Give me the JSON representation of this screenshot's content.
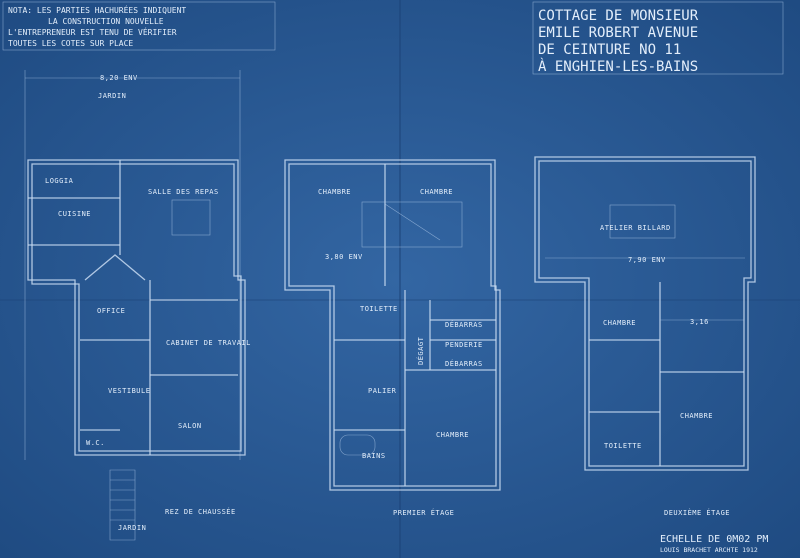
{
  "note": {
    "lines": [
      "Nota: les parties hachurées indiquent",
      "la construction nouvelle",
      "L'entrepreneur est tenu de vérifier",
      "toutes les cotes sur place"
    ]
  },
  "title_block": {
    "lines": [
      "Cottage de Monsieur",
      "Emile Robert avenue",
      "de Ceinture No 11",
      "à Enghien-les-Bains"
    ]
  },
  "footer": {
    "scale": "Echelle de 0m02 PM",
    "architect": "Louis Brachet archte 1912"
  },
  "plans": {
    "ground": {
      "title": "Rez de chaussée",
      "garden_top": "Jardin",
      "garden_bottom": "Jardin",
      "width_dim": "8,20 env",
      "rooms": [
        "Loggia",
        "Cuisine",
        "Salle des repas",
        "Office",
        "Cabinet de travail",
        "Vestibule",
        "Salon",
        "W.C."
      ]
    },
    "first": {
      "title": "Premier étage",
      "dim": "3,80 env",
      "rooms": [
        "Chambre",
        "Chambre",
        "Toilette",
        "Débarras",
        "Penderie",
        "Débarras",
        "Dégagt",
        "Palier",
        "Chambre",
        "Bains"
      ]
    },
    "second": {
      "title": "Deuxième étage",
      "dim": "7,90 env",
      "dim2": "3,16",
      "rooms": [
        "Atelier billard",
        "Chambre",
        "Chambre",
        "Toilette"
      ]
    }
  },
  "colors": {
    "paper": "#2b5b95",
    "lines": "#c9dcf2"
  }
}
